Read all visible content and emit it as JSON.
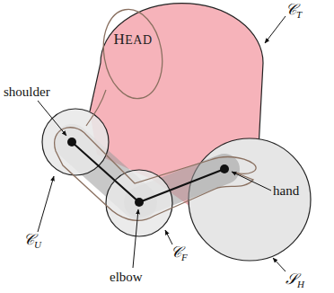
{
  "diagram": {
    "nodes": [
      {
        "text": [
          "HEAD"
        ]
      }
    ],
    "labels": [
      "shoulder",
      "𝒞T",
      "𝒞U",
      "elbow",
      "𝒞F",
      "hand",
      "𝒮H"
    ]
  }
}
